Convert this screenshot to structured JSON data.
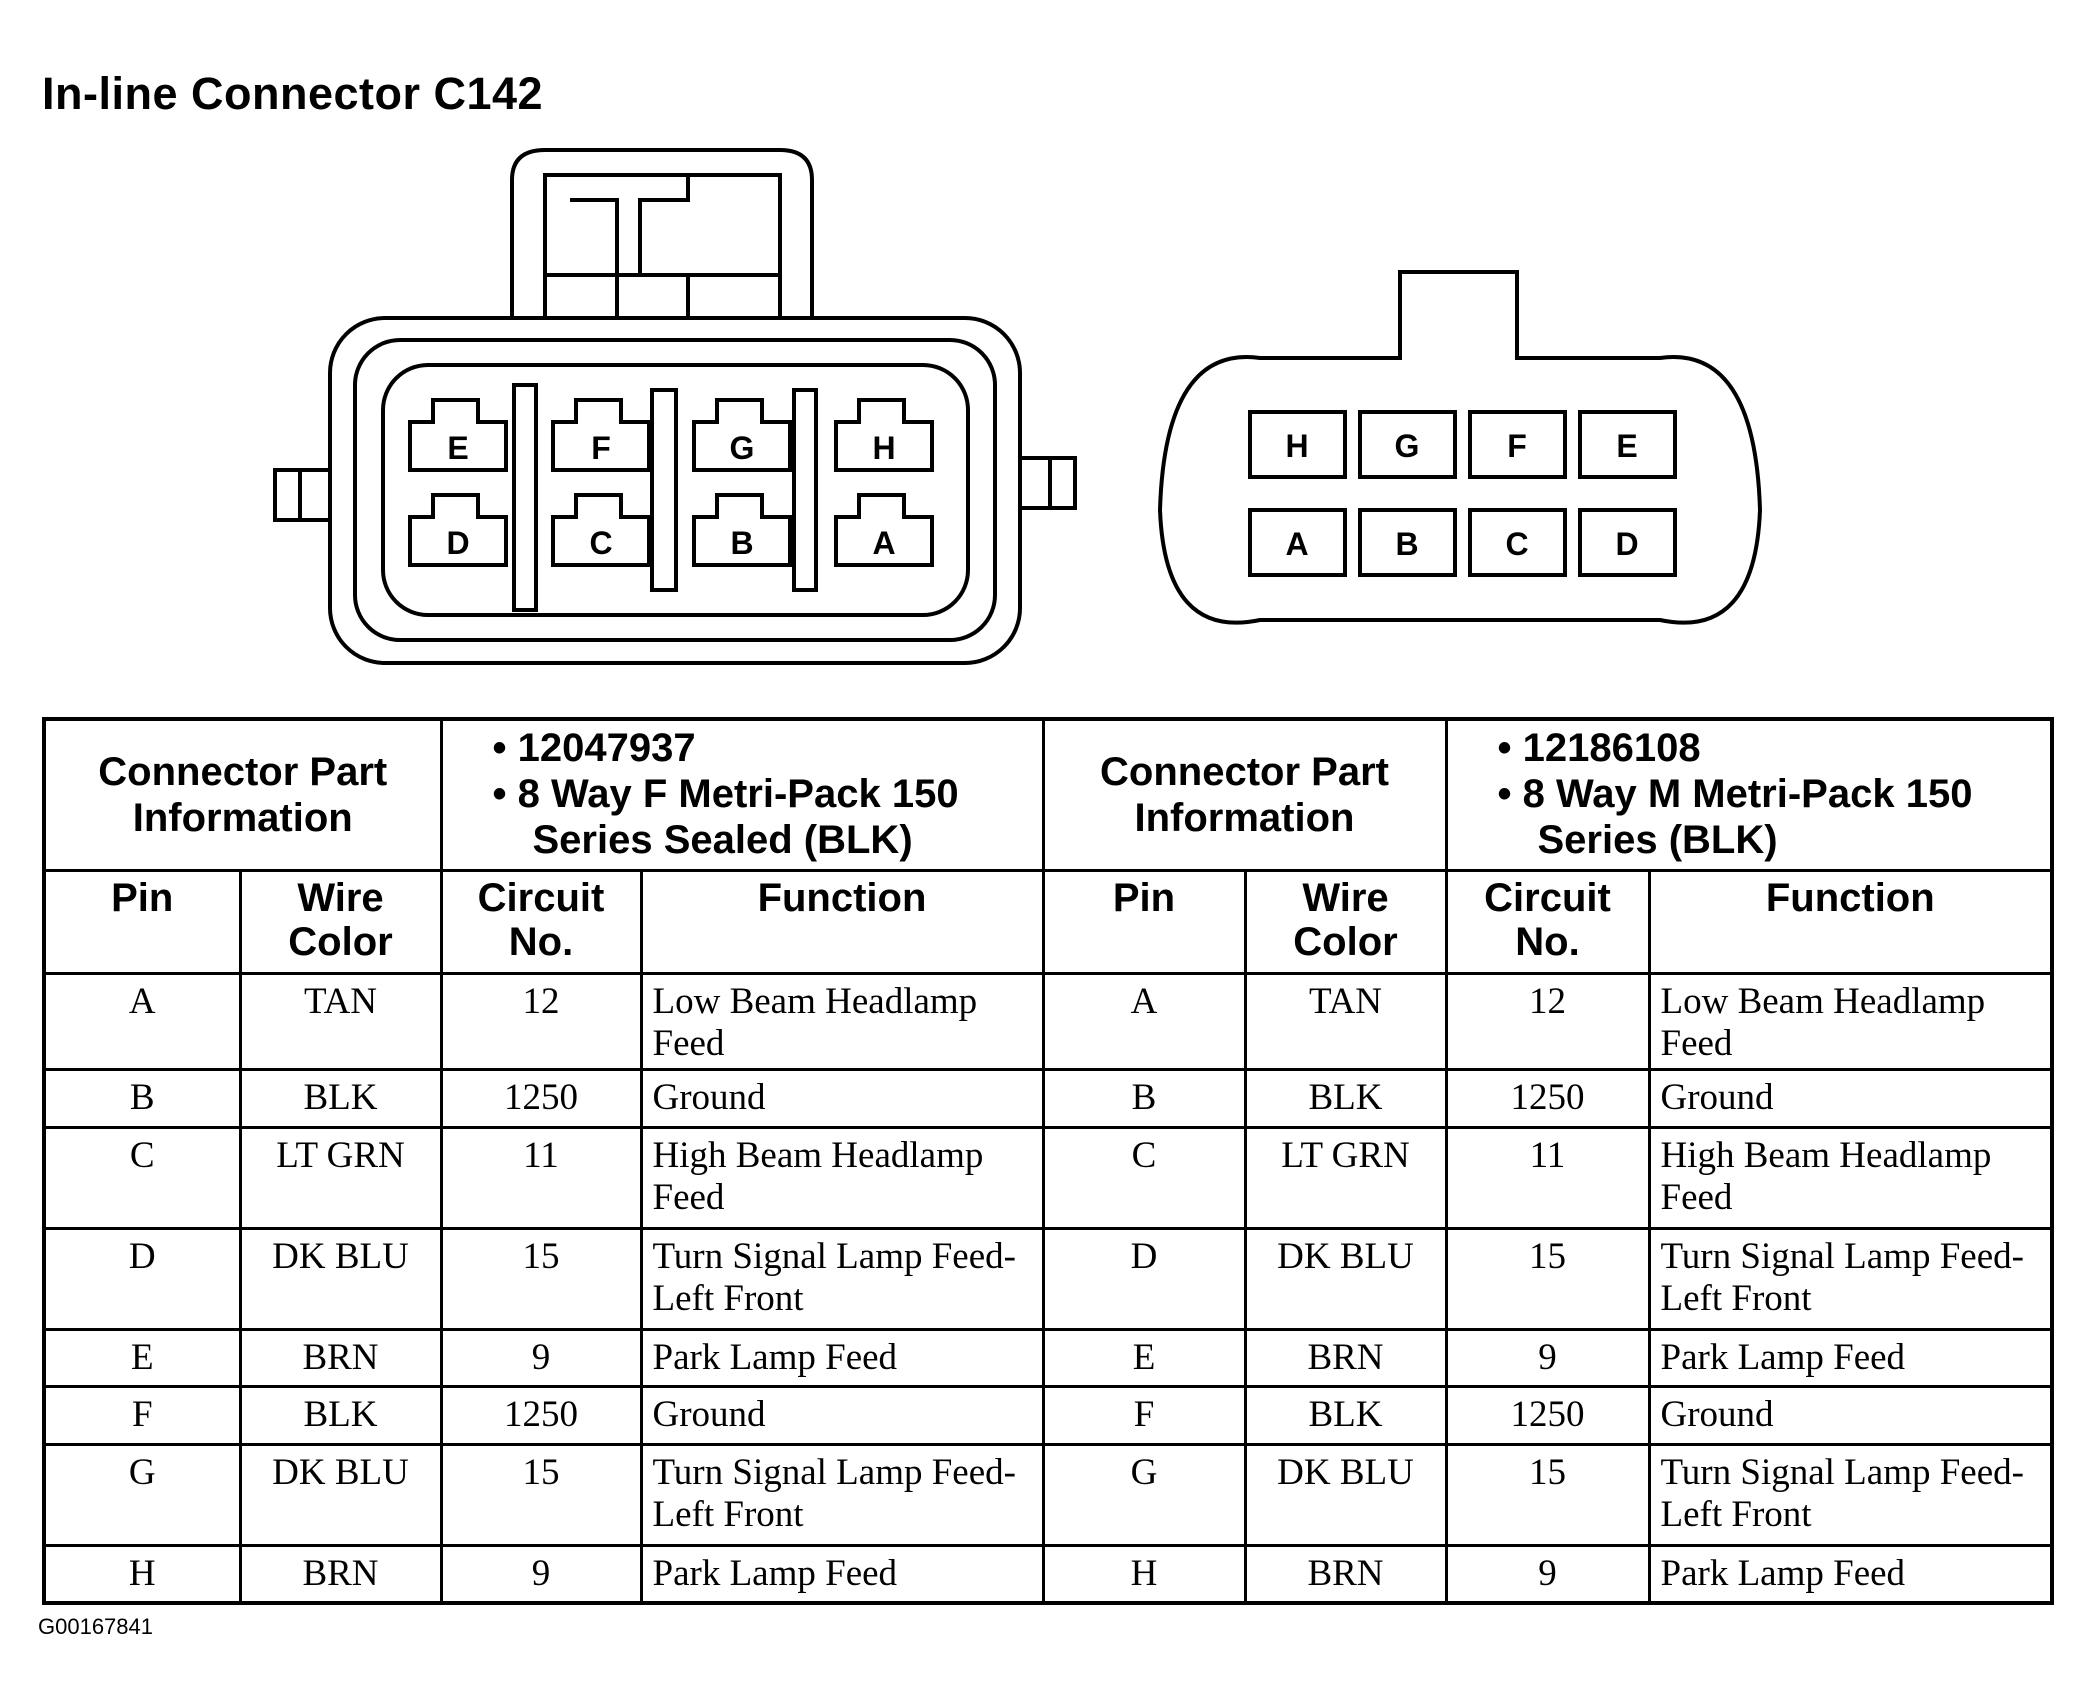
{
  "title": "In-line Connector C142",
  "figure_id": "G00167841",
  "female_connector": {
    "top_row": [
      "E",
      "F",
      "G",
      "H"
    ],
    "bottom_row": [
      "D",
      "C",
      "B",
      "A"
    ]
  },
  "male_connector": {
    "top_row": [
      "H",
      "G",
      "F",
      "E"
    ],
    "bottom_row": [
      "A",
      "B",
      "C",
      "D"
    ]
  },
  "left_table": {
    "info_label": "Connector Part Information",
    "part_number": "12047937",
    "part_desc_line1": "8 Way F Metri-Pack 150",
    "part_desc_line2": "Series Sealed (BLK)",
    "headers": {
      "pin": "Pin",
      "wire_color": "Wire Color",
      "circuit": "Circuit No.",
      "function": "Function"
    },
    "rows": [
      {
        "pin": "A",
        "color": "TAN",
        "circuit": "12",
        "function": "Low Beam Headlamp Feed"
      },
      {
        "pin": "B",
        "color": "BLK",
        "circuit": "1250",
        "function": "Ground"
      },
      {
        "pin": "C",
        "color": "LT GRN",
        "circuit": "11",
        "function": "High Beam Headlamp Feed"
      },
      {
        "pin": "D",
        "color": "DK BLU",
        "circuit": "15",
        "function": "Turn Signal Lamp Feed-Left Front"
      },
      {
        "pin": "E",
        "color": "BRN",
        "circuit": "9",
        "function": "Park Lamp Feed"
      },
      {
        "pin": "F",
        "color": "BLK",
        "circuit": "1250",
        "function": "Ground"
      },
      {
        "pin": "G",
        "color": "DK BLU",
        "circuit": "15",
        "function": "Turn Signal Lamp Feed-Left Front"
      },
      {
        "pin": "H",
        "color": "BRN",
        "circuit": "9",
        "function": "Park Lamp Feed"
      }
    ]
  },
  "right_table": {
    "info_label": "Connector Part Information",
    "part_number": "12186108",
    "part_desc_line1": "8 Way M Metri-Pack 150",
    "part_desc_line2": "Series (BLK)",
    "headers": {
      "pin": "Pin",
      "wire_color": "Wire Color",
      "circuit": "Circuit No.",
      "function": "Function"
    },
    "rows": [
      {
        "pin": "A",
        "color": "TAN",
        "circuit": "12",
        "function": "Low Beam Headlamp Feed"
      },
      {
        "pin": "B",
        "color": "BLK",
        "circuit": "1250",
        "function": "Ground"
      },
      {
        "pin": "C",
        "color": "LT GRN",
        "circuit": "11",
        "function": "High Beam Headlamp Feed"
      },
      {
        "pin": "D",
        "color": "DK BLU",
        "circuit": "15",
        "function": "Turn Signal Lamp Feed-Left Front"
      },
      {
        "pin": "E",
        "color": "BRN",
        "circuit": "9",
        "function": "Park Lamp Feed"
      },
      {
        "pin": "F",
        "color": "BLK",
        "circuit": "1250",
        "function": "Ground"
      },
      {
        "pin": "G",
        "color": "DK BLU",
        "circuit": "15",
        "function": "Turn Signal Lamp Feed-Left Front"
      },
      {
        "pin": "H",
        "color": "BRN",
        "circuit": "9",
        "function": "Park Lamp Feed"
      }
    ]
  }
}
